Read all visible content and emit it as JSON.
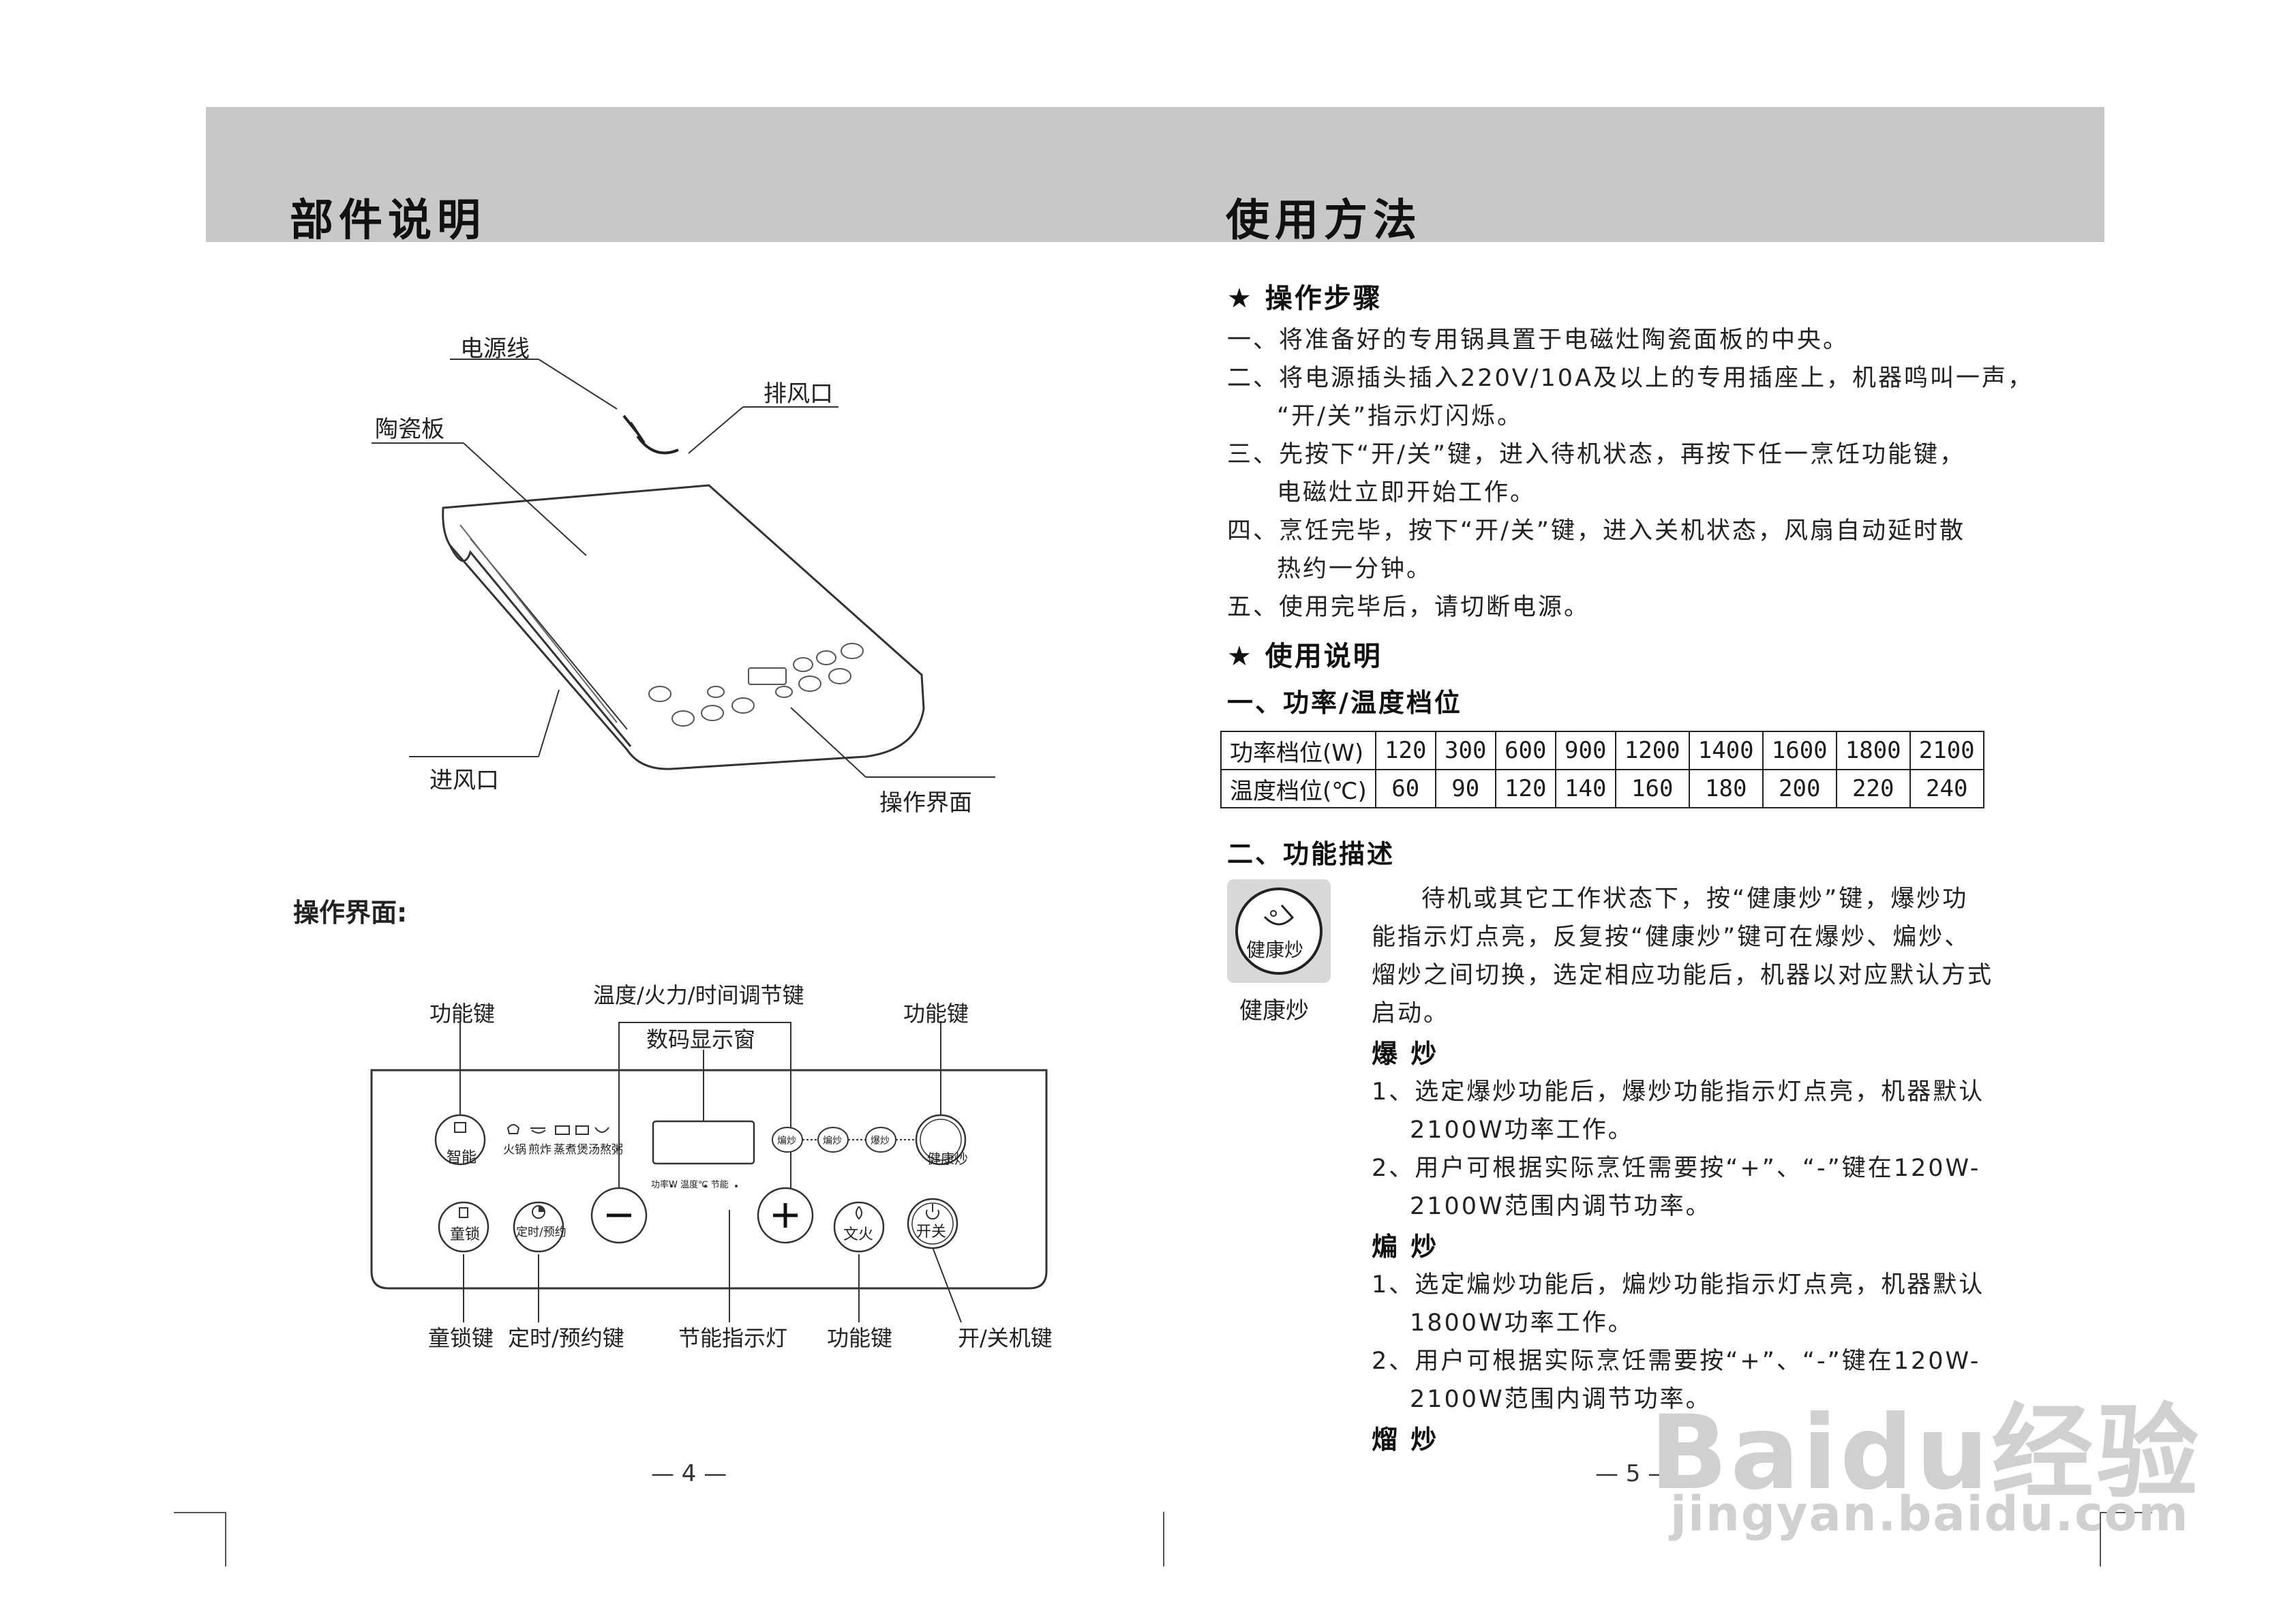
{
  "left": {
    "title": "部件说明",
    "diagram_labels": {
      "power_cord": "电源线",
      "exhaust": "排风口",
      "ceramic_plate": "陶瓷板",
      "intake": "进风口",
      "interface": "操作界面"
    },
    "panel_heading": "操作界面:",
    "panel_labels": {
      "func_left": "功能键",
      "adjust": "温度/火力/时间调节键",
      "func_right": "功能键",
      "display": "数码显示窗",
      "child_lock": "童锁键",
      "timer": "定时/预约键",
      "eco": "节能指示灯",
      "func_bottom": "功能键",
      "power": "开/关机键"
    },
    "panel_buttons": {
      "smart": "智能",
      "lock": "童锁",
      "timer": "定时/预约",
      "minus": "−",
      "plus": "+",
      "gentle": "文火",
      "healthy": "健康炒",
      "power": "开关",
      "modes": [
        "火锅",
        "煎炸",
        "蒸煮",
        "煲汤",
        "熬粥"
      ],
      "stir": [
        "煸炒",
        "煸炒",
        "爆炒"
      ],
      "indicators": "功率W  温度℃  节能"
    },
    "page_number": "— 4 —"
  },
  "right": {
    "title": "使用方法",
    "steps_title": "★ 操作步骤",
    "steps": [
      "一、将准备好的专用锅具置于电磁灶陶瓷面板的中央。",
      "二、将电源插头插入220V/10A及以上的专用插座上，机器鸣叫一声，",
      "“开/关”指示灯闪烁。",
      "三、先按下“开/关”键，进入待机状态，再按下任一烹饪功能键，",
      "电磁灶立即开始工作。",
      "四、烹饪完毕，按下“开/关”键，进入关机状态，风扇自动延时散",
      "热约一分钟。",
      "五、使用完毕后，请切断电源。"
    ],
    "usage_title": "★ 使用说明",
    "power_title": "一、功率/温度档位",
    "power_table": {
      "power_header": "功率档位(W)",
      "power_values": [
        "120",
        "300",
        "600",
        "900",
        "1200",
        "1400",
        "1600",
        "1800",
        "2100"
      ],
      "temp_header": "温度档位(℃)",
      "temp_values": [
        "60",
        "90",
        "120",
        "140",
        "160",
        "180",
        "200",
        "220",
        "240"
      ]
    },
    "func_title": "二、功能描述",
    "icon_label": "健康炒",
    "icon_caption": "健康炒",
    "func_desc": [
      "待机或其它工作状态下，按“健康炒”键，爆炒功",
      "能指示灯点亮，反复按“健康炒”键可在爆炒、煸炒、",
      "熘炒之间切换，选定相应功能后，机器以对应默认方式",
      "启动。"
    ],
    "baochao_title": "爆 炒",
    "baochao": [
      "1、选定爆炒功能后，爆炒功能指示灯点亮，机器默认",
      "2100W功率工作。",
      "2、用户可根据实际烹饪需要按“+”、“-”键在120W-",
      "2100W范围内调节功率。"
    ],
    "bianchao_title": "煸 炒",
    "bianchao": [
      "1、选定煸炒功能后，煸炒功能指示灯点亮，机器默认",
      "1800W功率工作。",
      "2、用户可根据实际烹饪需要按“+”、“-”键在120W-",
      "2100W范围内调节功率。"
    ],
    "liuchao_title": "熘 炒",
    "page_number": "— 5 —"
  },
  "watermark": {
    "brand": "Baidu经验",
    "url": "jingyan.baidu.com"
  }
}
